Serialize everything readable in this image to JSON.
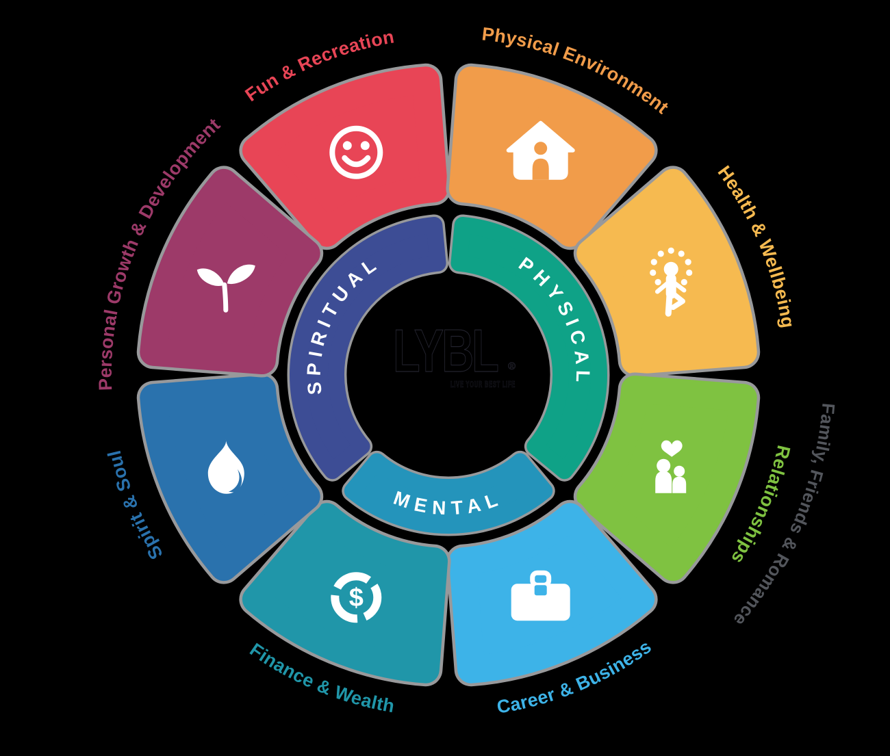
{
  "background_color": "#000000",
  "outline_color": "#98999b",
  "center_logo": {
    "text": "LYBL",
    "registered_mark": "®",
    "tagline": "LIVE YOUR BEST LIFE",
    "color": "#000000"
  },
  "inner_ring": {
    "text_color": "#ffffff",
    "arcs": [
      {
        "id": "physical",
        "label": "PHYSICAL",
        "color": "#0fa287",
        "start_angle": 0,
        "end_angle": 135,
        "label_angle": 64
      },
      {
        "id": "mental",
        "label": "MENTAL",
        "color": "#2494bb",
        "start_angle": 135,
        "end_angle": 225,
        "label_angle": 180
      },
      {
        "id": "spiritual",
        "label": "SPIRITUAL",
        "color": "#3d4d95",
        "start_angle": 225,
        "end_angle": 360,
        "label_angle": 295
      }
    ]
  },
  "segments": [
    {
      "id": "fun-recreation",
      "label": "Fun & Recreation",
      "color": "#e84556",
      "icon": "smiley-icon",
      "mid_angle": -22.5
    },
    {
      "id": "physical-environment",
      "label": "Physical Environment",
      "color": "#f19c4a",
      "icon": "house-icon",
      "mid_angle": 22.5
    },
    {
      "id": "health-wellbeing",
      "label": "Health & Wellbeing",
      "color": "#f6ba50",
      "icon": "meditation-icon",
      "mid_angle": 67.5
    },
    {
      "id": "relationships",
      "label": "Relationships",
      "color": "#7fc241",
      "icon": "family-icon",
      "mid_angle": 112.5,
      "sublabel": "Family, Friends & Romance",
      "sublabel_color": "#53565c"
    },
    {
      "id": "career-business",
      "label": "Career & Business",
      "color": "#3db3e8",
      "icon": "briefcase-icon",
      "mid_angle": 157.5
    },
    {
      "id": "finance-wealth",
      "label": "Finance & Wealth",
      "color": "#2096a9",
      "icon": "money-icon",
      "mid_angle": 202.5
    },
    {
      "id": "spirit-soul",
      "label": "Spirit & Soul",
      "color": "#2a72ad",
      "icon": "flame-icon",
      "mid_angle": 247.5
    },
    {
      "id": "personal-growth-development",
      "label": "Personal Growth & Development",
      "color": "#9d3a69",
      "icon": "sprout-icon",
      "mid_angle": 292.5
    }
  ]
}
